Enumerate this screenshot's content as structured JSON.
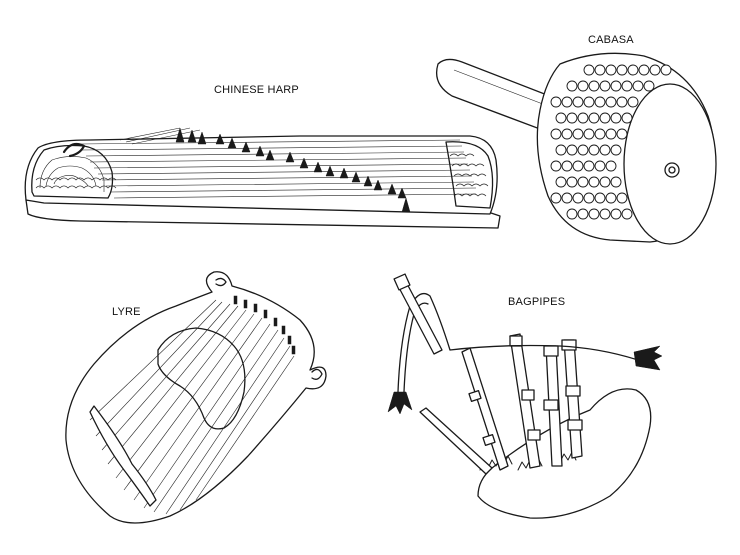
{
  "labels": {
    "chinese_harp": "CHINESE HARP",
    "cabasa": "CABASA",
    "lyre": "LYRE",
    "bagpipes": "BAGPIPES"
  }
}
